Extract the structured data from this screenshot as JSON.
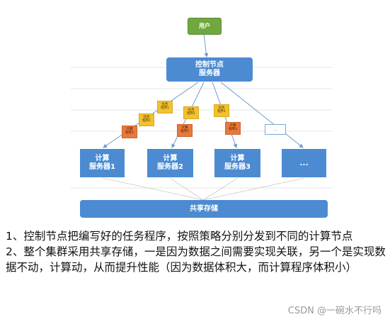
{
  "diagram": {
    "user": "用户",
    "control": {
      "line1": "控制节点",
      "line2": "服务器"
    },
    "tasks": [
      {
        "line1": "任务",
        "line2": "程序1"
      },
      {
        "line1": "任务",
        "line2": "程序1"
      },
      {
        "line1": "任务",
        "line2": "程序1"
      },
      {
        "line1": "任务",
        "line2": "程序1"
      }
    ],
    "calcs": [
      {
        "line1": "计算",
        "line2": "程序1"
      },
      {
        "line1": "计算",
        "line2": "程序2"
      },
      {
        "line1": "计算",
        "line2": "程序3"
      }
    ],
    "dots_small": "...",
    "compute": [
      {
        "line1": "计算",
        "line2": "服务器1"
      },
      {
        "line1": "计算",
        "line2": "服务器2"
      },
      {
        "line1": "计算",
        "line2": "服务器3"
      },
      {
        "line1": "...",
        "line2": ""
      }
    ],
    "storage": "共享存储",
    "colors": {
      "user": "#70a83f",
      "server": "#4c8bd1",
      "task": "#f2c12e",
      "calc": "#e8793a"
    }
  },
  "notes": [
    "1、控制节点把编写好的任务程序，按照策略分别分发到不同的计算节点",
    "2、整个集群采用共享存储，一是因为数据之间需要实现关联，另一个是实现数据不动，计算动，从而提升性能（因为数据体积大，而计算程序体积小）"
  ],
  "watermark": "CSDN @一碗水不行吗"
}
